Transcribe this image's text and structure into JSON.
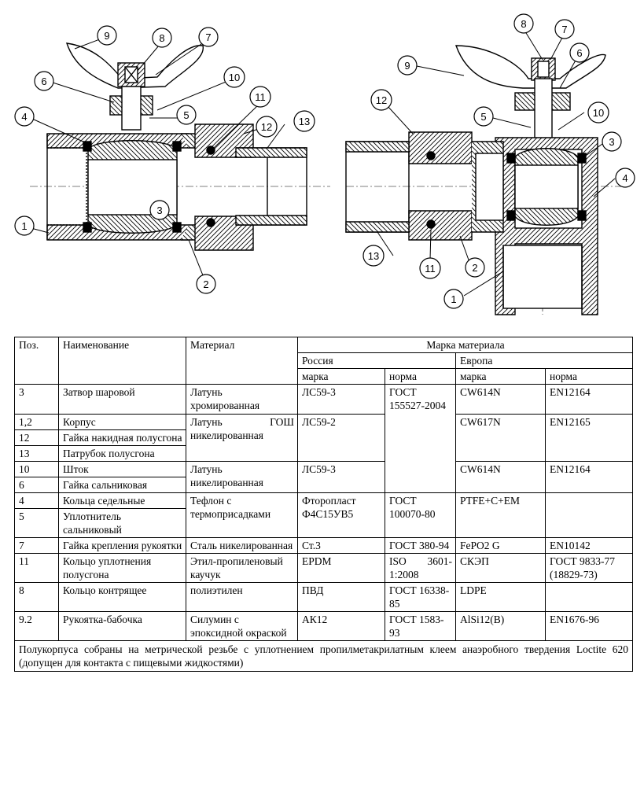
{
  "left_callouts": [
    "9",
    "8",
    "7",
    "6",
    "10",
    "4",
    "5",
    "11",
    "12",
    "13",
    "3",
    "1",
    "2"
  ],
  "right_callouts": [
    "8",
    "7",
    "9",
    "6",
    "12",
    "5",
    "10",
    "3",
    "4",
    "13",
    "11",
    "2",
    "1"
  ],
  "table": {
    "headers": {
      "pos": "Поз.",
      "name": "Наименование",
      "material": "Материал",
      "grade": "Марка материала",
      "russia": "Россия",
      "europe": "Европа",
      "mark_ru": "марка",
      "norm_ru": "норма",
      "mark_eu": "марка",
      "norm_eu": "норма"
    },
    "r1": {
      "pos": "3",
      "name": "Затвор шаровой",
      "material": "Латунь хромированная",
      "mark_ru": "ЛС59-3",
      "norm_ru": "ГОСТ 155527-2004",
      "mark_eu": "CW614N",
      "norm_eu": "EN12164"
    },
    "r2": {
      "pos": "1,2",
      "name": "Корпус",
      "material": "Латунь ГОШ никелированная",
      "mark_ru": "ЛС59-2",
      "mark_eu": "CW617N",
      "norm_eu": "EN12165"
    },
    "r3": {
      "pos": "12",
      "name": "Гайка накидная полусгона"
    },
    "r4": {
      "pos": "13",
      "name": "Патрубок полусгона"
    },
    "r5": {
      "pos": "10",
      "name": "Шток",
      "material": "Латунь никелированная",
      "mark_ru": "ЛС59-3",
      "mark_eu": "CW614N",
      "norm_eu": "EN12164"
    },
    "r6": {
      "pos": "6",
      "name": "Гайка сальниковая"
    },
    "r7": {
      "pos": "4",
      "name": "Кольца седельные",
      "material": "Тефлон с термоприсадками",
      "mark_ru": "Фторопласт Ф4С15УВ5",
      "norm_ru": "ГОСТ 100070-80",
      "mark_eu": "PTFE+C+EM"
    },
    "r8": {
      "pos": "5",
      "name": "Уплотнитель сальниковый"
    },
    "r9": {
      "pos": "7",
      "name": "Гайка крепления рукоятки",
      "material": "Сталь никелированная",
      "mark_ru": "Ст.3",
      "norm_ru": "ГОСТ 380-94",
      "mark_eu": "FePO2 G",
      "norm_eu": "EN10142"
    },
    "r10": {
      "pos": "11",
      "name": "Кольцо уплотнения полусгона",
      "material": "Этил-пропиленовый каучук",
      "mark_ru": "EPDM",
      "norm_ru": "ISO 3601-1:2008",
      "mark_eu": "СКЭП",
      "norm_eu": "ГОСТ 9833-77 (18829-73)"
    },
    "r11": {
      "pos": "8",
      "name": "Кольцо контрящее",
      "material": "полиэтилен",
      "mark_ru": "ПВД",
      "norm_ru": "ГОСТ 16338-85",
      "mark_eu": "LDPE"
    },
    "r12": {
      "pos": "9.2",
      "name": "Рукоятка-бабочка",
      "material": "Силумин с эпоксидной окраской",
      "mark_ru": "АК12",
      "norm_ru": "ГОСТ 1583-93",
      "mark_eu": "AlSi12(B)",
      "norm_eu": "EN1676-96"
    },
    "note": "Полукорпуса собраны на метрической резьбе с уплотнением пропилметакрилатным клеем анаэробного твердения Loctite 620 (допущен для контакта с пищевыми жидкостями)"
  }
}
